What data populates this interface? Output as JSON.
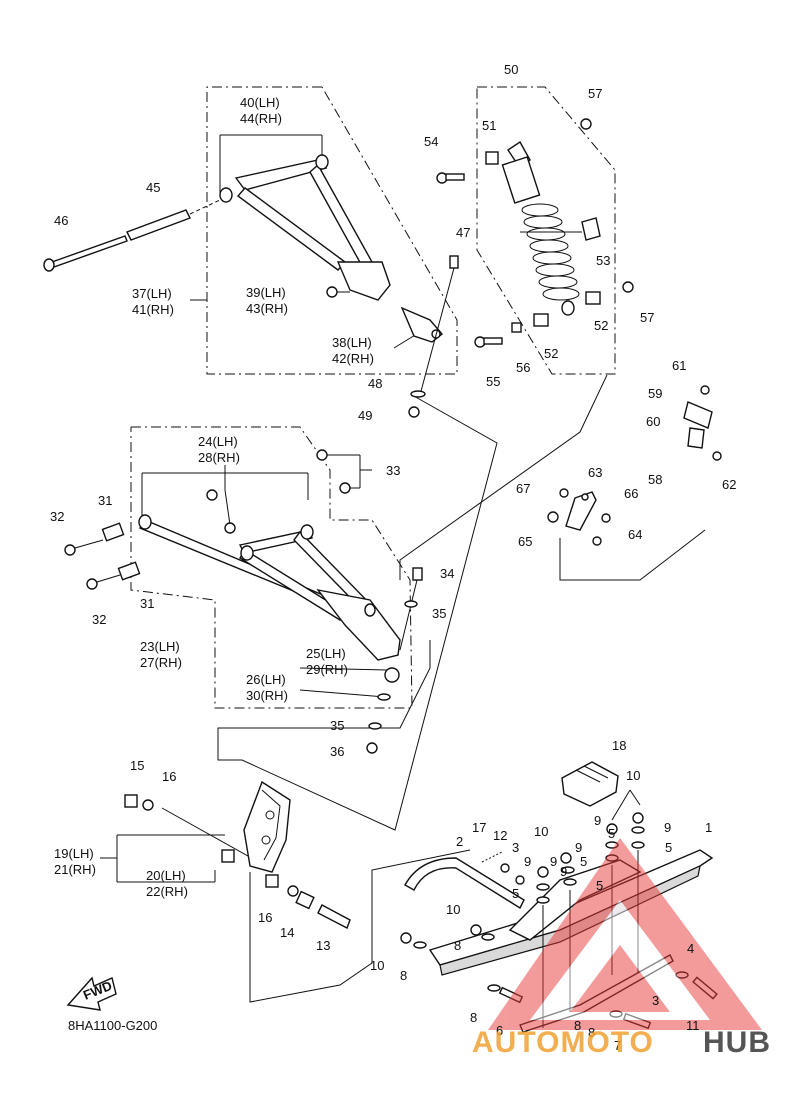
{
  "diagram": {
    "code": "8HA1100-G200",
    "fwd": "FWD",
    "brand_left": "AUTOMOTO",
    "brand_right": "HUB",
    "brand_color": "#f0a030",
    "brand_dark": "#555555",
    "watermark_color": "#e83a3a",
    "labels": {
      "l1": "1",
      "l2": "2",
      "l3a": "3",
      "l3b": "3",
      "l4": "4",
      "l5a": "5",
      "l5b": "5",
      "l5c": "5",
      "l5d": "5",
      "l5e": "5",
      "l6": "6",
      "l7": "7",
      "l8a": "8",
      "l8b": "8",
      "l8c": "8",
      "l8d": "8",
      "l8e": "8",
      "l9a": "9",
      "l9b": "9",
      "l9c": "9",
      "l9d": "9",
      "l9e": "9",
      "l9f": "9",
      "l10a": "10",
      "l10b": "10",
      "l10c": "10",
      "l10d": "10",
      "l11": "11",
      "l12": "12",
      "l13": "13",
      "l14": "14",
      "l15": "15",
      "l16a": "16",
      "l16b": "16",
      "l17": "17",
      "l18": "18",
      "l19": "19(LH)",
      "l21": "21(RH)",
      "l20": "20(LH)",
      "l22": "22(RH)",
      "l23": "23(LH)",
      "l27": "27(RH)",
      "l24": "24(LH)",
      "l28": "28(RH)",
      "l25": "25(LH)",
      "l29": "29(RH)",
      "l26": "26(LH)",
      "l30": "30(RH)",
      "l31a": "31",
      "l31b": "31",
      "l32a": "32",
      "l32b": "32",
      "l33": "33",
      "l34": "34",
      "l35a": "35",
      "l35b": "35",
      "l36": "36",
      "l37": "37(LH)",
      "l41": "41(RH)",
      "l38": "38(LH)",
      "l42": "42(RH)",
      "l39": "39(LH)",
      "l43": "43(RH)",
      "l40": "40(LH)",
      "l44": "44(RH)",
      "l45": "45",
      "l46": "46",
      "l47": "47",
      "l48": "48",
      "l49": "49",
      "l50": "50",
      "l51": "51",
      "l52a": "52",
      "l52b": "52",
      "l53": "53",
      "l54": "54",
      "l55": "55",
      "l56": "56",
      "l57a": "57",
      "l57b": "57",
      "l58": "58",
      "l59": "59",
      "l60": "60",
      "l61": "61",
      "l62": "62",
      "l63": "63",
      "l64": "64",
      "l65": "65",
      "l66": "66",
      "l67": "67"
    }
  }
}
